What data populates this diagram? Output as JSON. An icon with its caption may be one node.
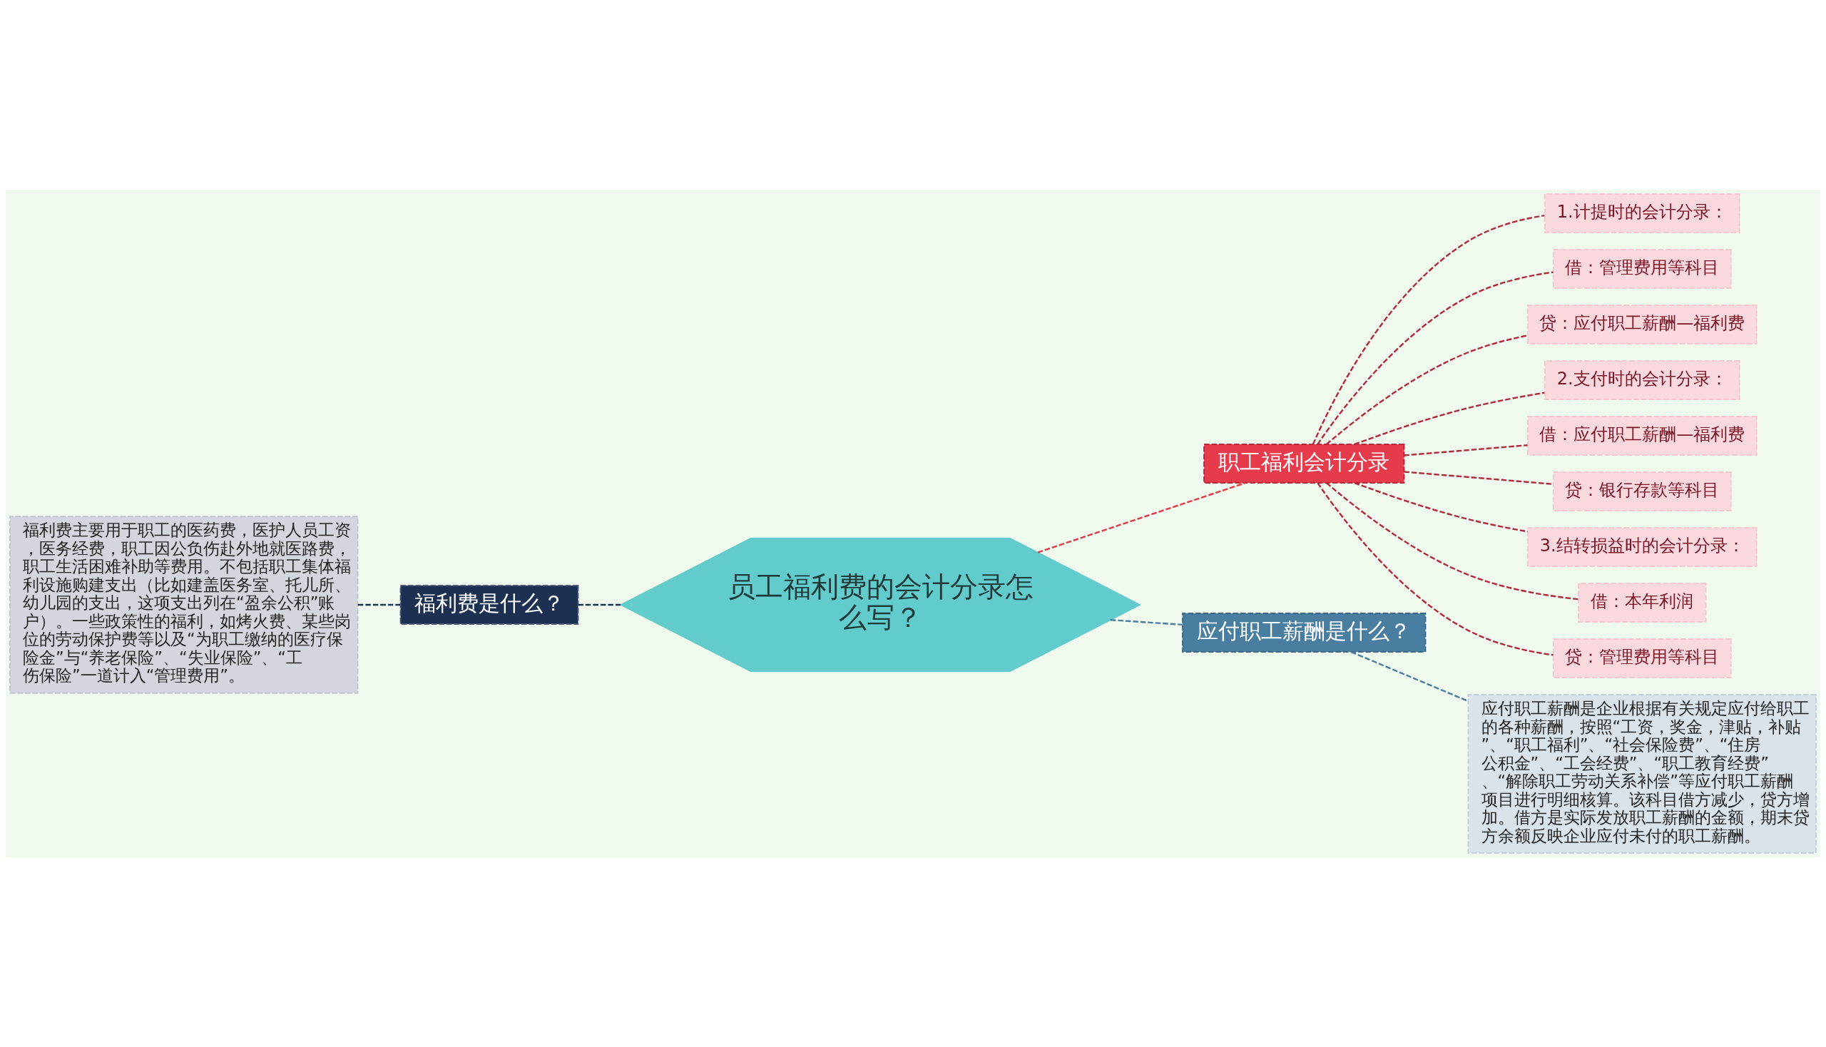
{
  "diagram": {
    "nodes": [
      {
        "text": [
          "员工福利费的会计分录怎么写？"
        ]
      },
      {
        "text": [
          "职工福利会计分录"
        ]
      },
      {
        "text": [
          "1.计提时的会计分录："
        ]
      },
      {
        "text": [
          "借：管理费用等科目"
        ]
      },
      {
        "text": [
          "贷：应付职工薪酬—福利费"
        ]
      },
      {
        "text": [
          "2.支付时的会计分录："
        ]
      },
      {
        "text": [
          "借：应付职工薪酬—福利费"
        ]
      },
      {
        "text": [
          "贷：银行存款等科目"
        ]
      },
      {
        "text": [
          "3.结转损益时的会计分录："
        ]
      },
      {
        "text": [
          "借：本年利润"
        ]
      },
      {
        "text": [
          "贷：管理费用等科目"
        ]
      },
      {
        "text": [
          "应付职工薪酬是什么？"
        ]
      },
      {
        "text": [
          "应付职工薪酬是企业根据有关规定应付给职工的各种薪酬，按照“工资，奖金，津贴，补贴”、“职工福利”、“社会保险费”、“住房公积金”、“工会经费”、“职工教育经费”、“解除职工劳动关系补偿”等应付职工薪酬项目进行明细核算。该科目借方减少，贷方增加。借方是实际发放职工薪酬的金额，期末贷方余额反映企业应付未付的职工薪酬。"
        ]
      },
      {
        "text": [
          "福利费是什么？"
        ]
      },
      {
        "text": [
          "福利费主要用于职工的医药费，医护人员工资，医务经费，职工因公负伤赴外地就医路费，职工生活困难补助等费用。不包括职工集体福利设施购建支出（比如建盖医务室、托儿所、幼儿园的支出，这项支出列在“盈余公积”账户）。一些政策性的福利，如烤火费、某些岗位的劳动保护费等以及“为职工缴纳的医疗保险金”与“养老保险”、“失业保险”、“工伤保险”一道计入“管理费用”。"
        ]
      }
    ],
    "edges": [
      {
        "from": 0,
        "to": 1,
        "arrow": "none",
        "style": "dashed",
        "color": "#e03a48"
      },
      {
        "from": 1,
        "to": 2,
        "arrow": "none",
        "style": "dashed"
      },
      {
        "from": 1,
        "to": 3,
        "arrow": "none",
        "style": "dashed"
      },
      {
        "from": 1,
        "to": 4,
        "arrow": "none",
        "style": "dashed"
      },
      {
        "from": 1,
        "to": 5,
        "arrow": "none",
        "style": "dashed"
      },
      {
        "from": 1,
        "to": 6,
        "arrow": "none",
        "style": "dashed"
      },
      {
        "from": 1,
        "to": 7,
        "arrow": "none",
        "style": "dashed"
      },
      {
        "from": 1,
        "to": 8,
        "arrow": "none",
        "style": "dashed"
      },
      {
        "from": 1,
        "to": 9,
        "arrow": "none",
        "style": "dashed"
      },
      {
        "from": 1,
        "to": 10,
        "arrow": "none",
        "style": "dashed"
      },
      {
        "from": 0,
        "to": 11,
        "arrow": "none",
        "style": "dashed",
        "color": "#4a7ea0"
      },
      {
        "from": 11,
        "to": 12,
        "arrow": "none",
        "style": "dashed",
        "color": "#4a7ea0"
      },
      {
        "from": 13,
        "to": 0,
        "arrow": "none",
        "style": "dashed",
        "color": "#1c3152"
      },
      {
        "from": 14,
        "to": 13,
        "arrow": "none",
        "style": "dashed",
        "color": "#1c3152"
      }
    ]
  }
}
